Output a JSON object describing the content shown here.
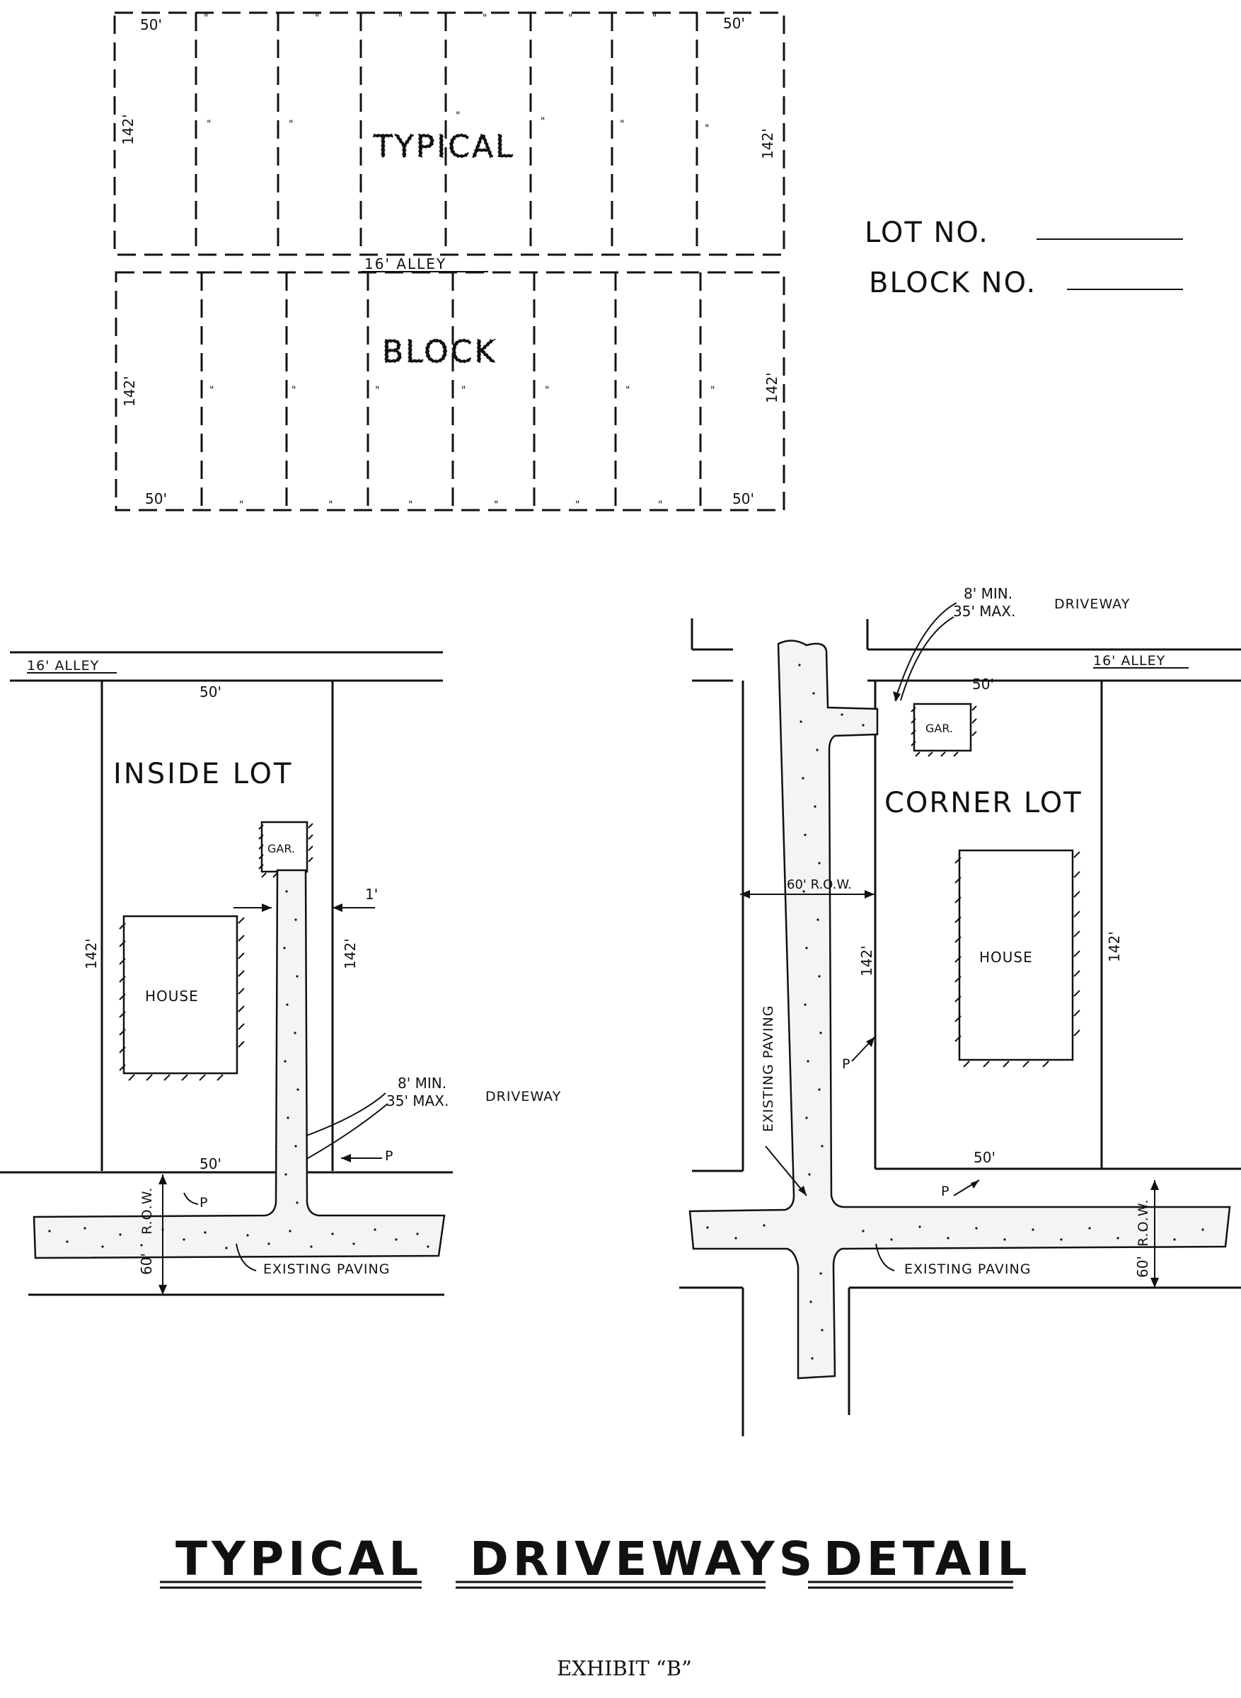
{
  "block_plan": {
    "lot_frontage_top_left": "50'",
    "lot_frontage_top_right": "50'",
    "lot_frontage_bottom_left": "50'",
    "lot_frontage_bottom_right": "50'",
    "lot_depth_top_left": "142'",
    "lot_depth_top_right": "142'",
    "lot_depth_bottom_left": "142'",
    "lot_depth_bottom_right": "142'",
    "ditto_mark": "\"",
    "alley_label": "16' ALLEY",
    "word_typical": "TYPICAL",
    "word_block": "BLOCK"
  },
  "lot_info": {
    "lot_no_label": "LOT NO.",
    "block_no_label": "BLOCK NO."
  },
  "inside_lot": {
    "alley_label": "16' ALLEY",
    "lot_width_top": "50'",
    "lot_width_bottom": "50'",
    "title": "INSIDE LOT",
    "garage_label": "GAR.",
    "house_label": "HOUSE",
    "lot_depth_left": "142'",
    "lot_depth_right": "142'",
    "setback_label": "1'",
    "driveway_min": "8' MIN.",
    "driveway_max": "35' MAX.",
    "driveway_label": "DRIVEWAY",
    "property_line_label": "P",
    "row_label": "R.O.W.",
    "row_width": "60'",
    "existing_paving_label": "EXISTING  PAVING"
  },
  "corner_lot": {
    "alley_label": "16' ALLEY",
    "lot_width_top": "50'",
    "lot_width_bottom": "50'",
    "title": "CORNER LOT",
    "garage_label": "GAR.",
    "house_label": "HOUSE",
    "lot_depth_left": "142'",
    "lot_depth_right": "142'",
    "row_dim_label": "60' R.O.W.",
    "driveway_min": "8' MIN.",
    "driveway_max": "35' MAX.",
    "driveway_label": "DRIVEWAY",
    "property_line_label": "P",
    "existing_paving_vertical": "EXISTING PAVING",
    "existing_paving_label": "EXISTING  PAVING",
    "row_label": "R.O.W.",
    "row_width": "60'"
  },
  "footer": {
    "title_word1": "TYPICAL",
    "title_word2": "DRIVEWAYS",
    "title_word3": "DETAIL",
    "exhibit": "EXHIBIT “B”"
  }
}
